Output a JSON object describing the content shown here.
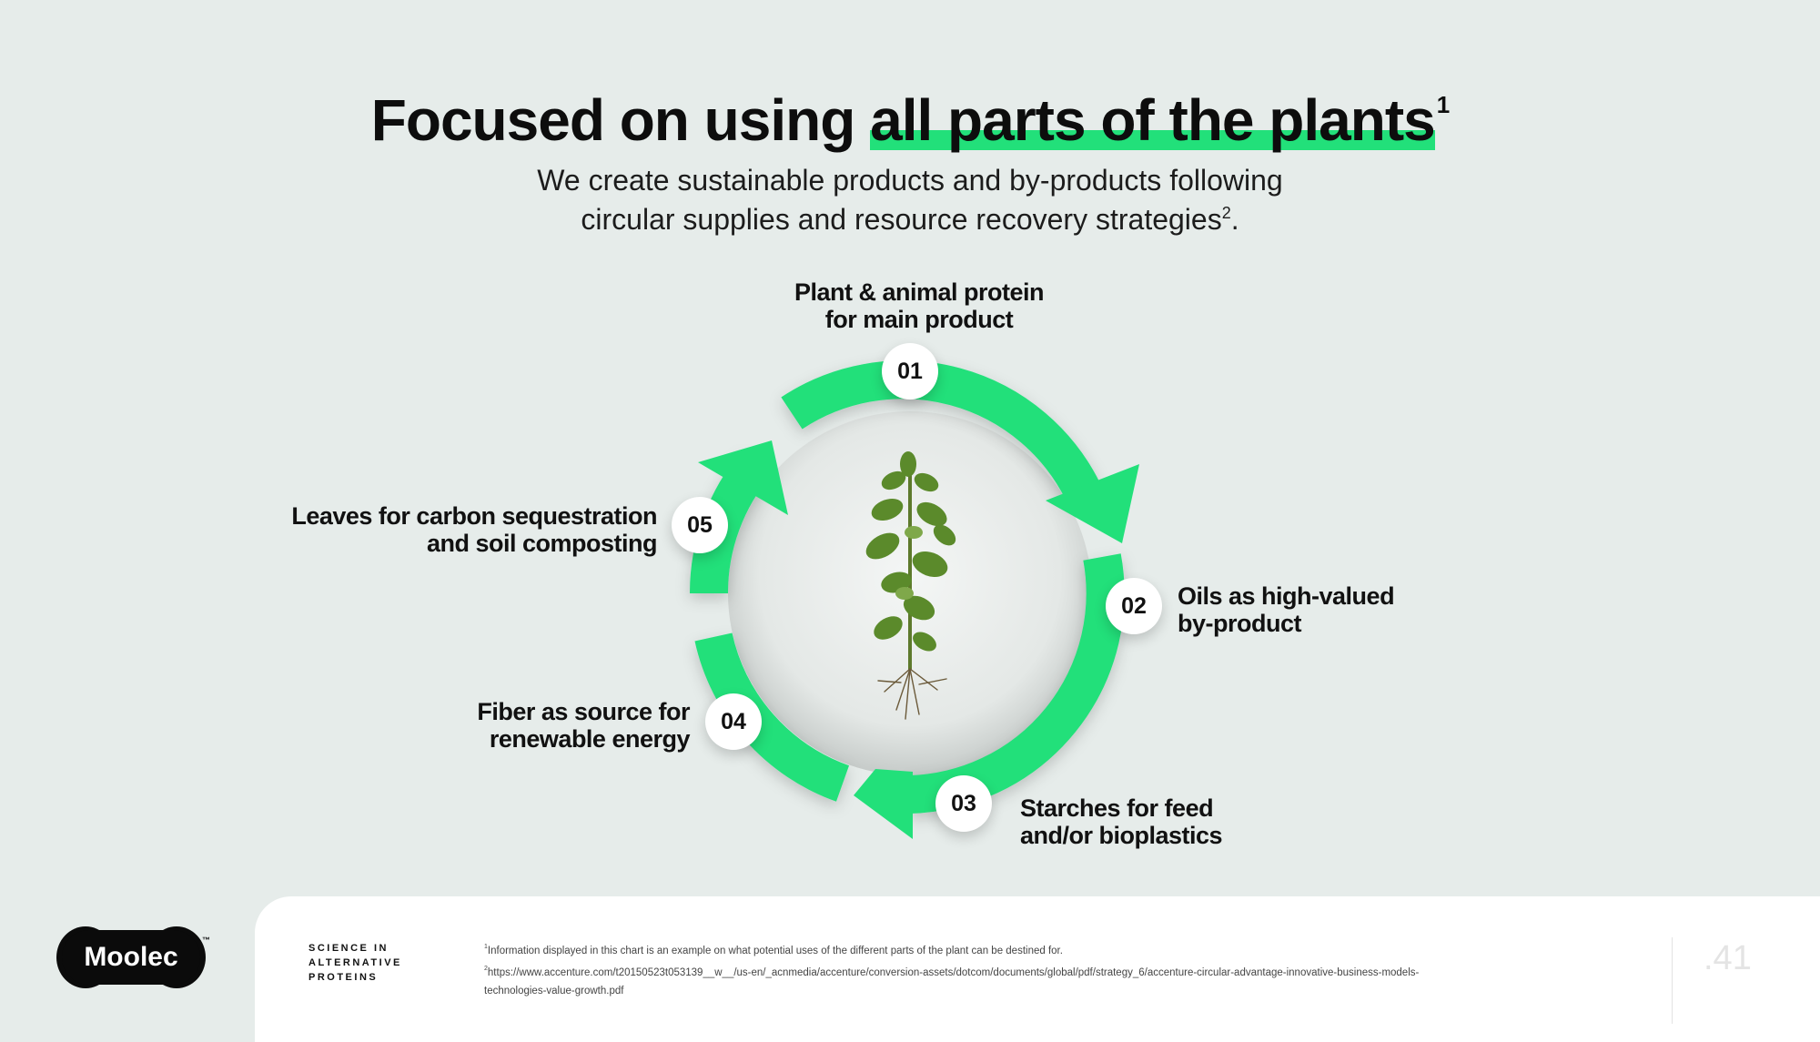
{
  "header": {
    "title_prefix": "Focused on using ",
    "title_highlight": "all parts of the plants",
    "title_footnote": "1",
    "subtitle_line1": "We create sustainable products and by-products following",
    "subtitle_line2": "circular supplies and resource recovery strategies",
    "subtitle_footnote": "2",
    "subtitle_end": "."
  },
  "cycle": {
    "accent_color": "#22e07a",
    "center_icon": "plant-image",
    "steps": [
      {
        "number": "01",
        "line1": "Plant & animal protein",
        "line2": "for main product"
      },
      {
        "number": "02",
        "line1": "Oils as high-valued",
        "line2": "by-product"
      },
      {
        "number": "03",
        "line1": "Starches for feed",
        "line2": "and/or bioplastics"
      },
      {
        "number": "04",
        "line1": "Fiber as source for",
        "line2": "renewable energy"
      },
      {
        "number": "05",
        "line1": "Leaves for carbon sequestration",
        "line2": "and soil composting"
      }
    ]
  },
  "footer": {
    "logo_text": "Moolec",
    "logo_tm": "™",
    "tagline": [
      "SCIENCE IN",
      "ALTERNATIVE",
      "PROTEINS"
    ],
    "note1_mark": "1",
    "note1": "Information displayed in this chart is an example on what potential uses of the different parts of the plant can be destined for.",
    "note2_mark": "2",
    "note2": "https://www.accenture.com/t20150523t053139__w__/us-en/_acnmedia/accenture/conversion-assets/dotcom/documents/global/pdf/strategy_6/accenture-circular-advantage-innovative-business-models-technologies-value-growth.pdf",
    "page_number": ".41"
  }
}
